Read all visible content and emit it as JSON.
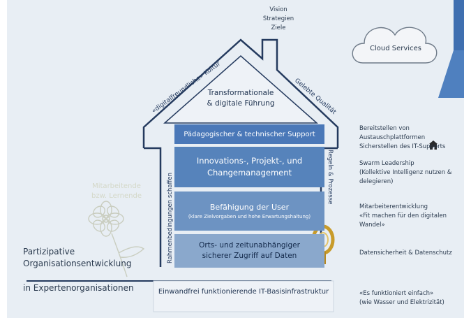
{
  "top": {
    "vision_lines": [
      "Vision",
      "Strategien",
      "Ziele"
    ],
    "cloud_label": "Cloud Services"
  },
  "roof": {
    "left_label": "«digitalfreundliche» Kultur",
    "right_label": "Gelebte Qualität",
    "leadership_lines": [
      "Transformationale",
      "& digitale Führung"
    ]
  },
  "walls": {
    "left_label": "Rahmenbedingungen schaffen",
    "right_label": "Regeln & Prozesse"
  },
  "bands": {
    "support": {
      "label": "Pädagogischer & technischer Support"
    },
    "innovation": {
      "lines": [
        "Innovations-, Projekt-, und",
        "Changemanagement"
      ]
    },
    "enablement": {
      "title": "Befähigung der User",
      "sub": "(klare Zielvorgaben und hohe Erwartungshaltung)"
    },
    "access": {
      "lines": [
        "Orts- und zeitunabhängiger",
        "sicherer Zugriff auf Daten"
      ]
    }
  },
  "foundation": {
    "label": "Einwandfrei funktionierende IT-Basisinfrastruktur"
  },
  "left_side": {
    "faded_lines": [
      "Mitarbeitende",
      "bzw. Lernende"
    ],
    "participative_lines": [
      "Partizipative",
      "Organisationsentwicklung",
      "in Expertenorganisationen"
    ]
  },
  "right_side": {
    "block1": [
      "Bereitstellen von Austauschplattformen",
      "Sicherstellen des IT-Supports"
    ],
    "block2": [
      "Swarm Leadership",
      "(Kollektive Intelligenz nutzen & delegieren)"
    ],
    "block3": [
      "Mitarbeiterentwicklung",
      "«Fit machen für den digitalen Wandel»"
    ],
    "block4": [
      "Datensicherheit & Datenschutz"
    ],
    "block5": [
      "«Es funktioniert einfach»",
      "(wie Wasser und Elektrizität)"
    ]
  },
  "colors": {
    "background": "#e8eef4",
    "outline": "#243a5e",
    "band_support": "#4a78b8",
    "band_innovation": "#5683bb",
    "band_enablement": "#6d93c2",
    "band_access": "#8aa8cc",
    "corner_accent": "#3f6fb0",
    "key_gold": "#c89b2a"
  },
  "icons": [
    "cloud-icon",
    "flower-icon",
    "key-lock-icon",
    "house-icon"
  ]
}
